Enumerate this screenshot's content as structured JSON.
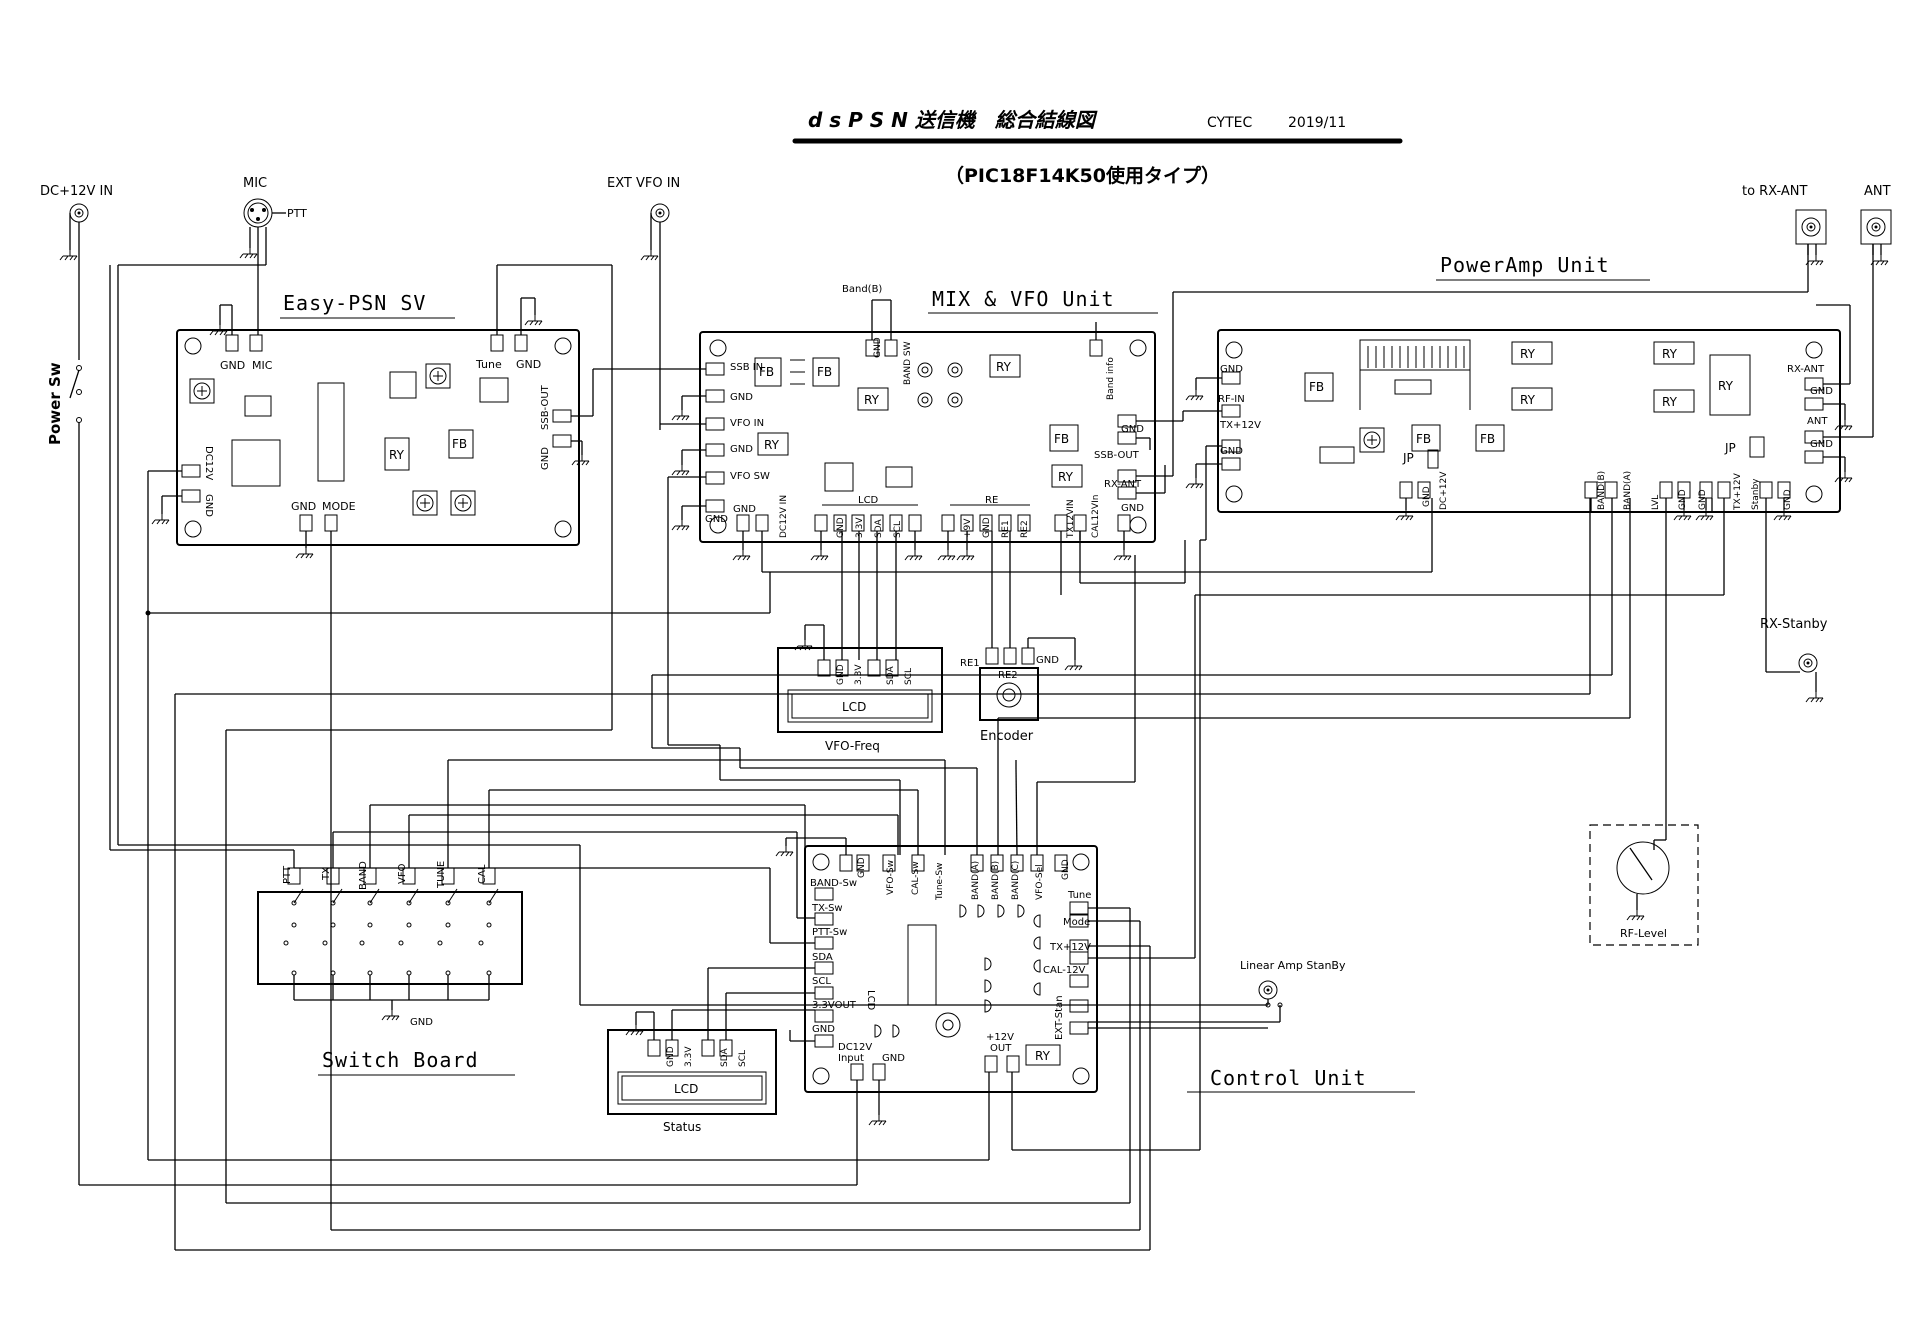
{
  "title": {
    "main": "d s P S N 送信機　総合結線図",
    "maker": "CYTEC",
    "date": "2019/11",
    "subtitle": "（PIC18F14K50使用タイプ）"
  },
  "external": {
    "dc_in": "DC+12V IN",
    "mic": "MIC",
    "ptt": "PTT",
    "ext_vfo": "EXT VFO IN",
    "to_rx_ant": "to RX-ANT",
    "ant": "ANT",
    "rx_stanby": "RX-Stanby",
    "power_sw": "Power Sw",
    "linear_stanby": "Linear Amp StanBy",
    "rf_level": "RF-Level"
  },
  "easy_psn": {
    "title": "Easy-PSN SV",
    "gnd": "GND",
    "mic": "MIC",
    "tune": "Tune",
    "ssb_out": "SSB-OUT",
    "dc12v": "DC12V",
    "mode": "MODE",
    "ry": "RY",
    "fb": "FB"
  },
  "mix_vfo": {
    "title": "MIX & VFO Unit",
    "band_b": "Band(B)",
    "band_sw": "BAND SW",
    "gnd": "GND",
    "band_info": "Band info",
    "ssb_in": "SSB IN",
    "vfo_in": "VFO IN",
    "vfo_sw": "VFO SW",
    "dc12v_in": "DC12V IN",
    "lcd": "LCD",
    "re": "RE",
    "pin_33v": "3.3V",
    "sda": "SDA",
    "scl": "SCL",
    "p9v": "+9V",
    "re1": "RE1",
    "re2": "RE2",
    "tx12v_in": "TX12VIN",
    "cal12v_in": "CAL12VIn",
    "ssb_out": "SSB-OUT",
    "rx_ant": "RX-ANT",
    "fb": "FB",
    "ry": "RY"
  },
  "power_amp": {
    "title": "PowerAmp Unit",
    "gnd": "GND",
    "rf_in": "RF-IN",
    "tx12v": "TX+12V",
    "rx_ant": "RX-ANT",
    "ant": "ANT",
    "jp": "JP",
    "dc12v": "DC+12V",
    "band_b": "BAND(B)",
    "band_a": "BAND(A)",
    "lvl": "LVL",
    "tx12v_b": "TX+12V",
    "stanby": "Stanby",
    "fb": "FB",
    "ry": "RY"
  },
  "vfo_freq": {
    "title": "VFO-Freq",
    "lcd": "LCD",
    "gnd": "GND",
    "v33": "3.3V",
    "sda": "SDA",
    "scl": "SCL"
  },
  "encoder": {
    "title": "Encoder",
    "re1": "RE1",
    "re2": "RE2",
    "gnd": "GND"
  },
  "switch_board": {
    "title": "Switch Board",
    "labels": [
      "PTT",
      "TX",
      "BAND",
      "VFO",
      "TUNE",
      "CAL"
    ],
    "gnd": "GND"
  },
  "status": {
    "title": "Status",
    "lcd": "LCD",
    "gnd": "GND",
    "v33": "3.3V",
    "sda": "SDA",
    "scl": "SCL"
  },
  "control": {
    "title": "Control Unit",
    "top_labels": [
      "GND",
      "VFO-Sw",
      "CAL-Sw",
      "Tune-Sw",
      "BAND(A)",
      "BAND(B)",
      "BAND(C)",
      "VFO-Sel",
      "GND"
    ],
    "left_labels": [
      "BAND-Sw",
      "TX-Sw",
      "PTT-Sw",
      "SDA",
      "SCL",
      "3.3VOUT",
      "GND"
    ],
    "lcd": "LCD",
    "dc12v": "DC12V",
    "input": "Input",
    "gnd": "GND",
    "out12": "+12V",
    "out": "OUT",
    "tune": "Tune",
    "mode": "Mode",
    "tx12": "TX+12V",
    "cal12": "CAL-12V",
    "ext_stan": "EXT-Stan",
    "ry": "RY"
  }
}
